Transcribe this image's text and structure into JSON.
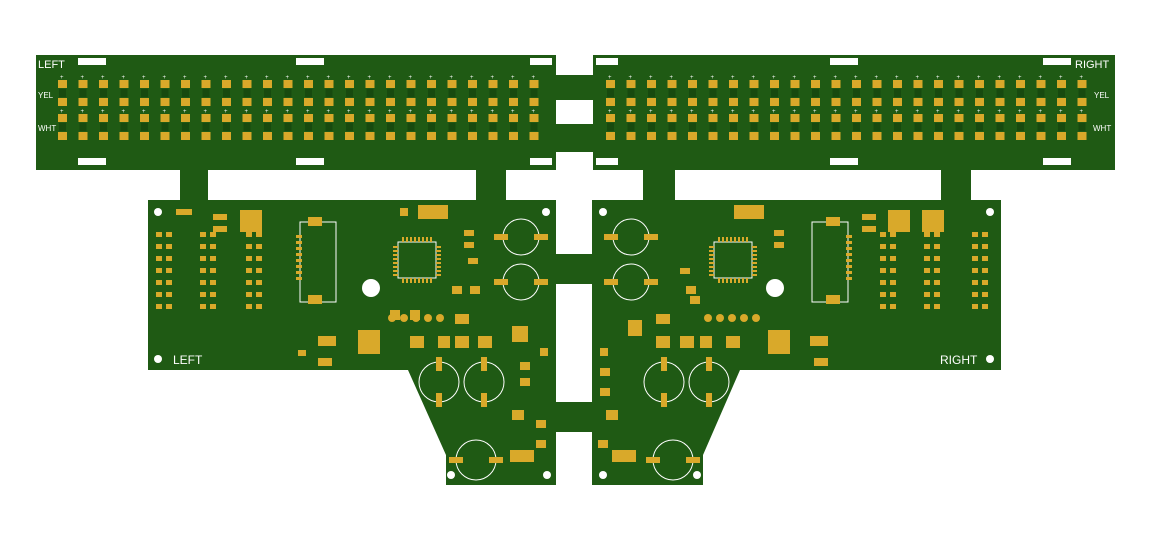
{
  "colors": {
    "background": "#ffffff",
    "soldermask": "#1f5a14",
    "soldermask_dark": "#174a0f",
    "pad_gold": "#d9a92a",
    "silkscreen": "#ffffff",
    "drill": "#ffffff"
  },
  "labels": {
    "top_left": "LEFT",
    "top_right": "RIGHT",
    "yel_left": "YEL",
    "wht_left": "WHT",
    "yel_right": "YEL",
    "wht_right": "WHT",
    "lower_left": "LEFT",
    "lower_right": "RIGHT"
  },
  "led_strip": {
    "columns_per_side": 24,
    "rows": [
      "yellow",
      "white"
    ]
  }
}
